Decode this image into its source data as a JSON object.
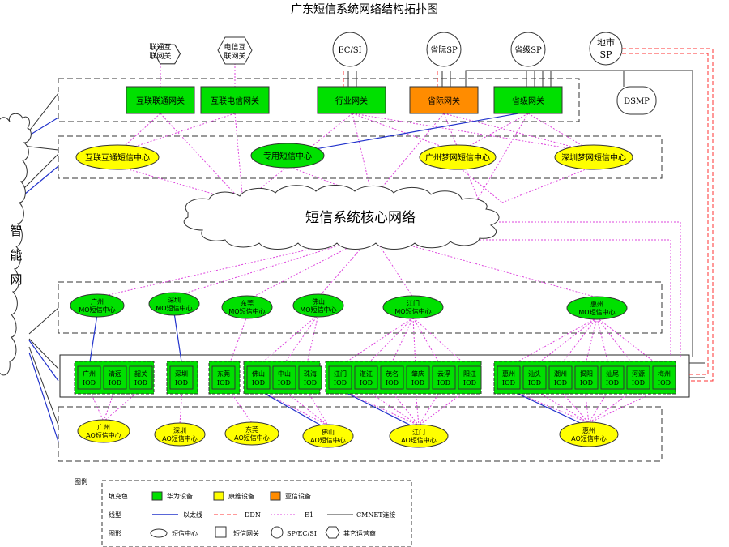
{
  "title": "广东短信系统网络结构拓扑图",
  "top_nodes": {
    "unicom_gw": "联通互联网关",
    "telecom_gw": "电信互联网关",
    "ecsi": "EC/SI",
    "intl_sp": "省际SP",
    "prov_sp": "省级SP",
    "local_sp_line1": "地市",
    "local_sp_line2": "SP",
    "dsmp": "DSMP"
  },
  "gateways": {
    "unicom": "互联联通网关",
    "telecom": "互联电信网关",
    "industry": "行业网关",
    "intl": "省际网关",
    "prov": "省级网关"
  },
  "centers_top": {
    "interconnect": "互联互通短信中心",
    "private": "专用短信中心",
    "gz_dream": "广州梦网短信中心",
    "sz_dream": "深圳梦网短信中心"
  },
  "core_network": "短信系统核心网络",
  "intelligent_net": [
    "智",
    "能",
    "网"
  ],
  "mo_centers": [
    {
      "l1": "广州",
      "l2": "MO短信中心"
    },
    {
      "l1": "深圳",
      "l2": "MO短信中心"
    },
    {
      "l1": "东莞",
      "l2": "MO短信中心"
    },
    {
      "l1": "佛山",
      "l2": "MO短信中心"
    },
    {
      "l1": "江门",
      "l2": "MO短信中心"
    },
    {
      "l1": "惠州",
      "l2": "MO短信中心"
    }
  ],
  "iod_groups": [
    [
      "广州",
      "清远",
      "韶关"
    ],
    [
      "深圳"
    ],
    [
      "东莞"
    ],
    [
      "佛山",
      "中山",
      "珠海"
    ],
    [
      "江门",
      "湛江",
      "茂名",
      "肇庆",
      "云浮",
      "阳江"
    ],
    [
      "惠州",
      "汕头",
      "潮州",
      "揭阳",
      "汕尾",
      "河源",
      "梅州"
    ]
  ],
  "iod_suffix": "IOD",
  "ao_centers": [
    {
      "l1": "广州",
      "l2": "AO短信中心"
    },
    {
      "l1": "深圳",
      "l2": "AO短信中心"
    },
    {
      "l1": "东莞",
      "l2": "AO短信中心"
    },
    {
      "l1": "佛山",
      "l2": "AO短信中心"
    },
    {
      "l1": "江门",
      "l2": "AO短信中心"
    },
    {
      "l1": "惠州",
      "l2": "AO短信中心"
    }
  ],
  "legend": {
    "title": "图例",
    "fill_label": "填充色",
    "huawei": "华为设备",
    "kangwei": "康维设备",
    "yaxin": "亚信设备",
    "line_label": "线型",
    "ethernet": "以太线",
    "ddn": "DDN",
    "e1": "E1",
    "cmnet": "CMNET连接",
    "shape_label": "图形",
    "sms_center": "短信中心",
    "sms_gateway": "短信网关",
    "sp_ec_si": "SP/EC/SI",
    "other_operator": "其它运营商"
  },
  "colors": {
    "huawei_green": "#00e000",
    "kangwei_yellow": "#ffff00",
    "yaxin_orange": "#ff8c00",
    "ethernet_blue": "#2233cc",
    "ddn_red": "#ff3333",
    "e1_magenta": "#dd44dd",
    "cmnet_gray": "#333333"
  }
}
